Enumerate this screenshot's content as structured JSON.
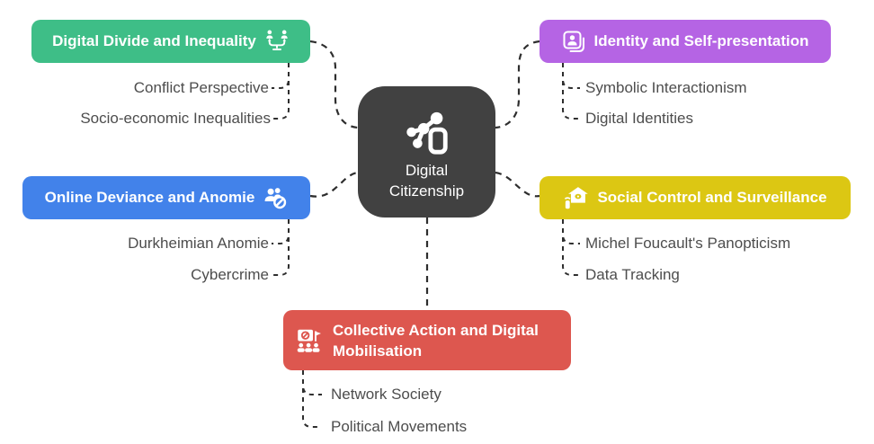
{
  "center": {
    "line1": "Digital",
    "line2": "Citizenship",
    "color": "#414141",
    "icon": "network-phone-icon"
  },
  "branches": {
    "digital_divide": {
      "label": "Digital Divide and Inequality",
      "color": "#3ebe87",
      "icon": "people-inequality-icon",
      "side": "left",
      "children": [
        "Conflict Perspective",
        "Socio-economic Inequalities"
      ]
    },
    "identity": {
      "label": "Identity and Self-presentation",
      "color": "#b564e4",
      "icon": "portrait-card-icon",
      "side": "right",
      "children": [
        "Symbolic Interactionism",
        "Digital Identities"
      ]
    },
    "online_deviance": {
      "label": "Online Deviance and Anomie",
      "color": "#4282ea",
      "icon": "person-blocked-icon",
      "side": "left",
      "children": [
        "Durkheimian Anomie",
        "Cybercrime"
      ]
    },
    "social_control": {
      "label": "Social Control and Surveillance",
      "color": "#dcc713",
      "icon": "home-surveillance-icon",
      "side": "right",
      "children": [
        "Michel Foucault's Panopticism",
        "Data Tracking"
      ]
    },
    "collective_action": {
      "label": "Collective Action and Digital Mobilisation",
      "color": "#dd574f",
      "icon": "protest-crowd-icon",
      "side": "bottom",
      "children": [
        "Network Society",
        "Political Movements"
      ]
    }
  },
  "style": {
    "connector_color": "#2e2e2e",
    "child_text_color": "#4d4d4d",
    "background": "#ffffff"
  }
}
